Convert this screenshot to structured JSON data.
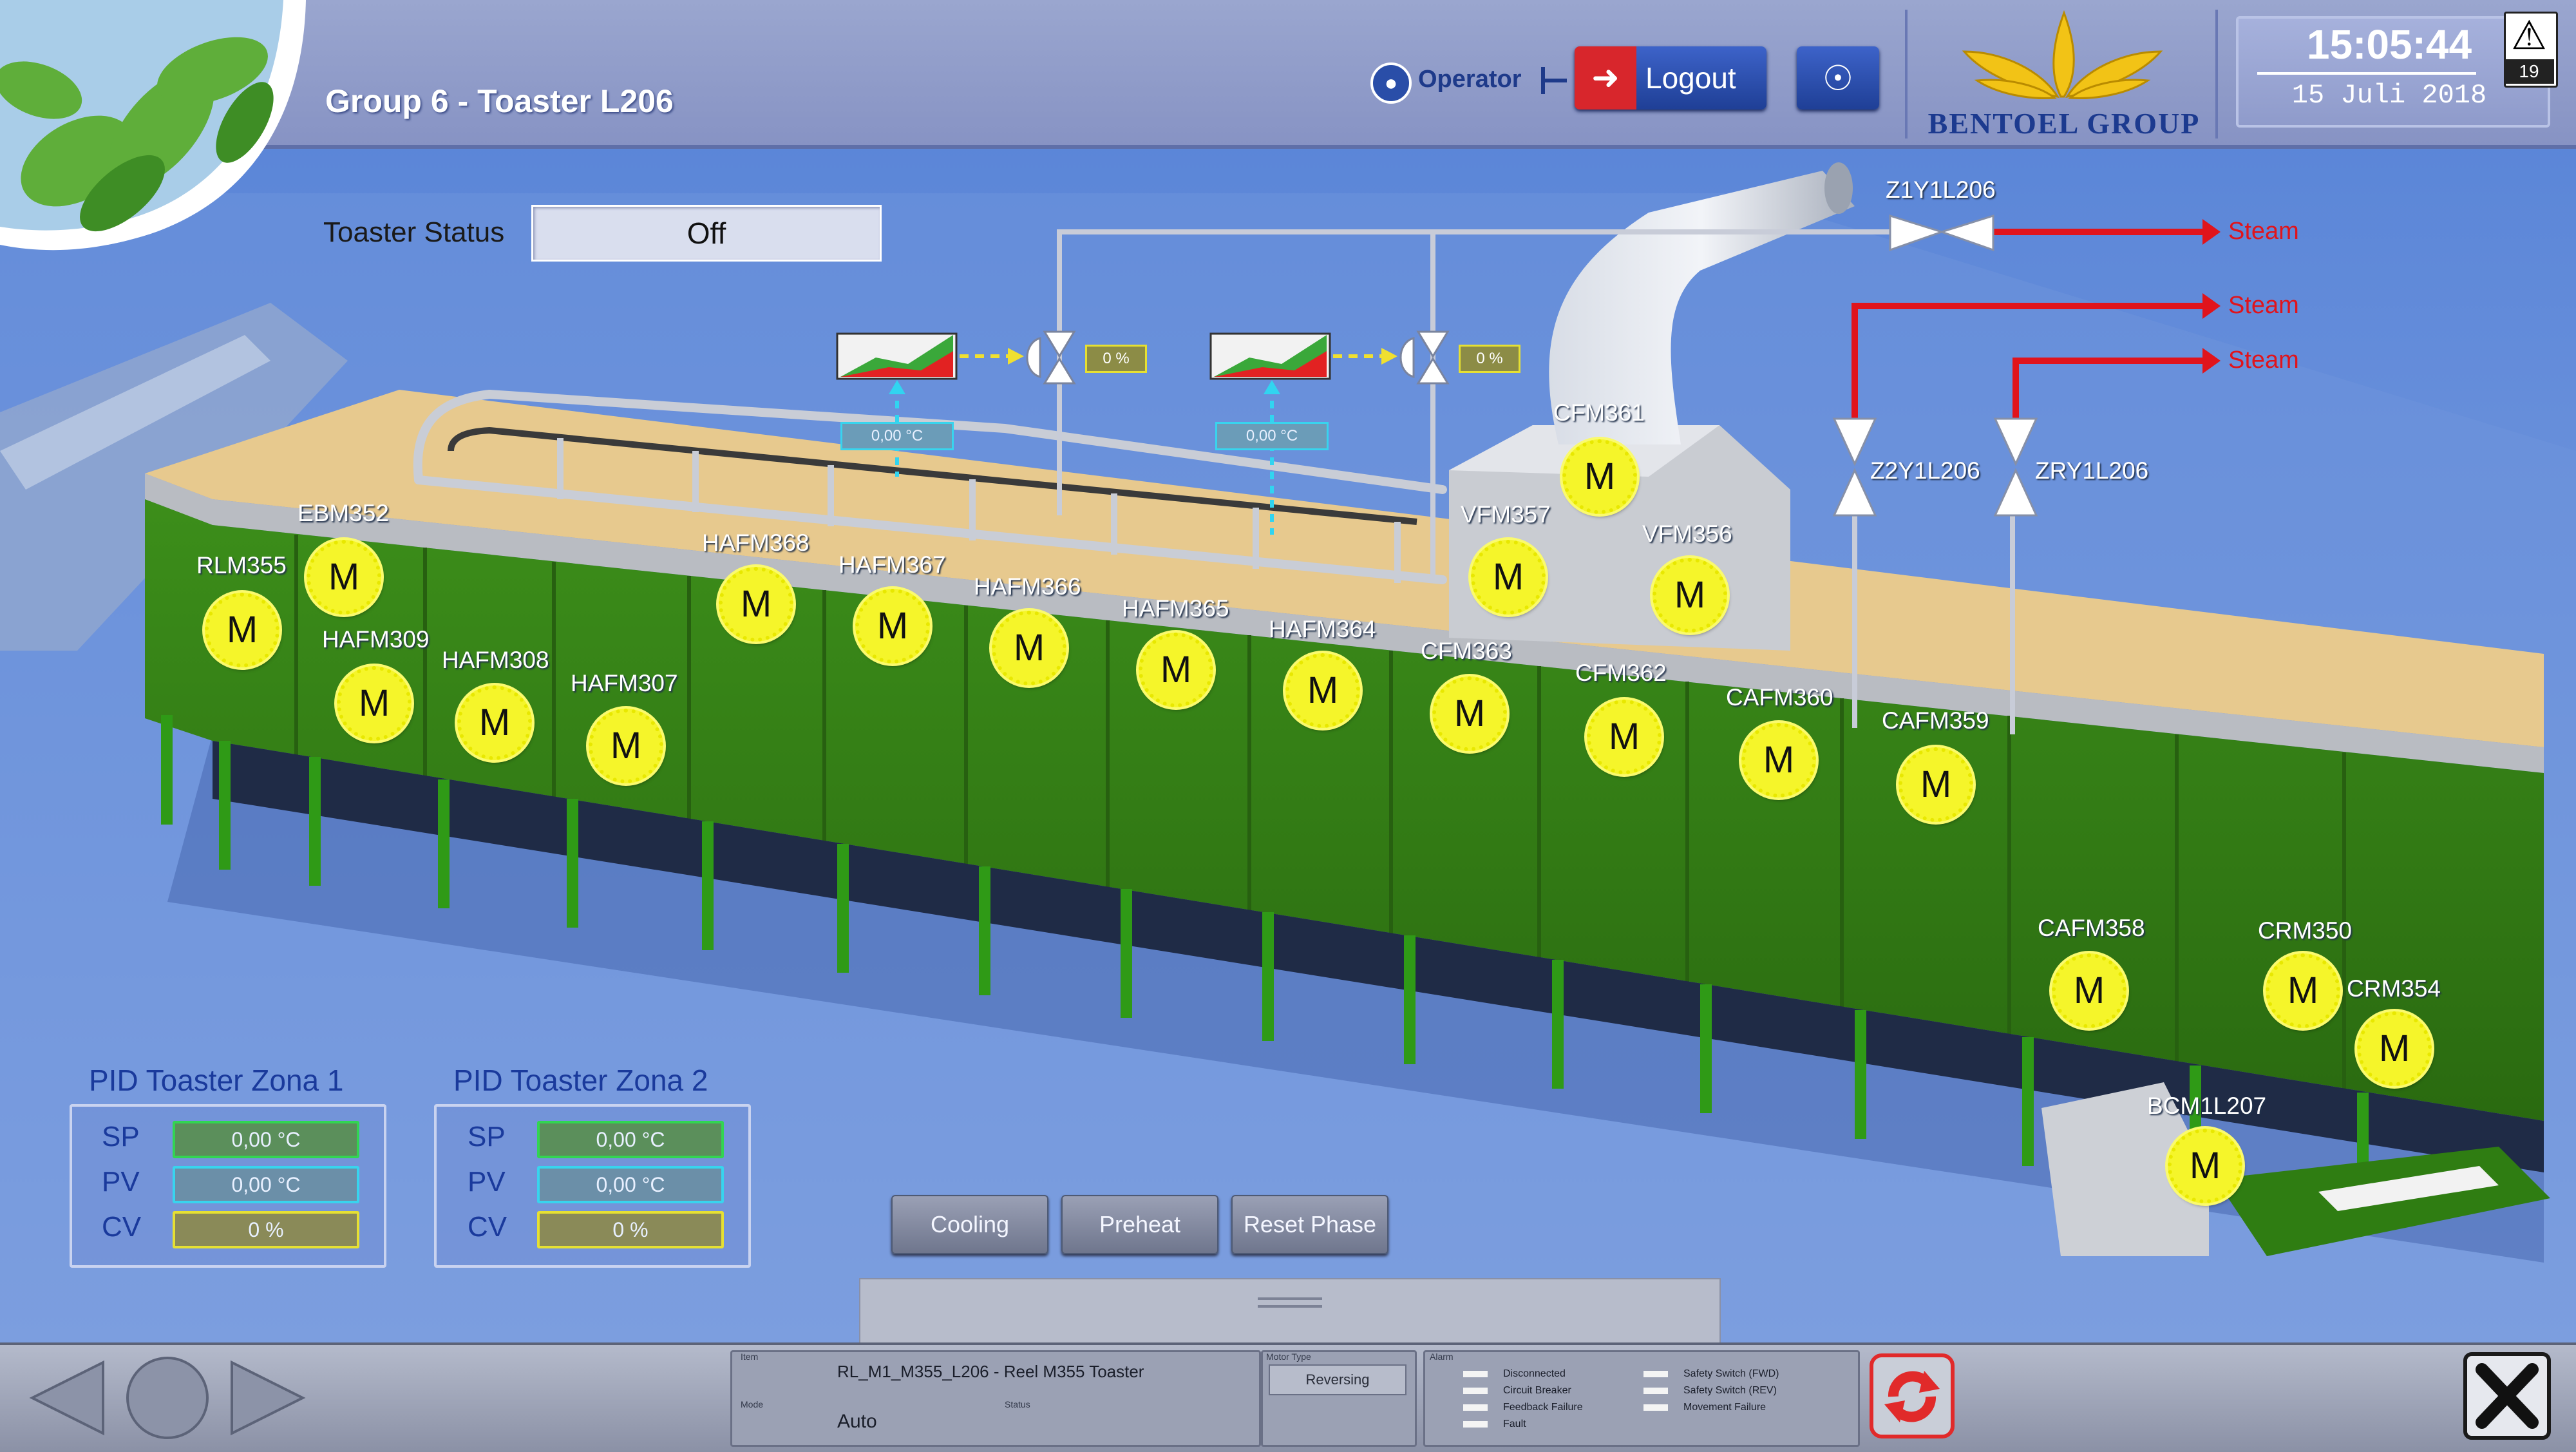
{
  "header": {
    "title": "Group 6 - Toaster L206",
    "operator_label": "Operator",
    "logout_label": "Logout",
    "brand": "BENTOEL GROUP",
    "clock_time": "15:05:44",
    "clock_date": "15 Juli 2018",
    "alarm_count": "19"
  },
  "status": {
    "label": "Toaster Status",
    "value": "Off"
  },
  "valves": {
    "z1y": "Z1Y1L206",
    "z2y": "Z2Y1L206",
    "zry": "ZRY1L206",
    "steam1": "Steam",
    "steam2": "Steam",
    "steam3": "Steam",
    "valve1_pct": "0 %",
    "valve2_pct": "0 %",
    "temp1": "0,00 °C",
    "temp2": "0,00 °C"
  },
  "motors": [
    {
      "id": "RLM355",
      "glyph": "M"
    },
    {
      "id": "EBM352",
      "glyph": "M"
    },
    {
      "id": "HAFM309",
      "glyph": "M"
    },
    {
      "id": "HAFM308",
      "glyph": "M"
    },
    {
      "id": "HAFM307",
      "glyph": "M"
    },
    {
      "id": "HAFM368",
      "glyph": "M"
    },
    {
      "id": "HAFM367",
      "glyph": "M"
    },
    {
      "id": "HAFM366",
      "glyph": "M"
    },
    {
      "id": "HAFM365",
      "glyph": "M"
    },
    {
      "id": "HAFM364",
      "glyph": "M"
    },
    {
      "id": "CFM363",
      "glyph": "M"
    },
    {
      "id": "CFM362",
      "glyph": "M"
    },
    {
      "id": "CAFM360",
      "glyph": "M"
    },
    {
      "id": "CAFM359",
      "glyph": "M"
    },
    {
      "id": "VFM357",
      "glyph": "M"
    },
    {
      "id": "VFM356",
      "glyph": "M"
    },
    {
      "id": "CFM361",
      "glyph": "M"
    },
    {
      "id": "CAFM358",
      "glyph": "M"
    },
    {
      "id": "CRM350",
      "glyph": "M"
    },
    {
      "id": "CRM354",
      "glyph": "M"
    },
    {
      "id": "BCM1L207",
      "glyph": "M"
    }
  ],
  "pid": {
    "zone1": {
      "title": "PID Toaster Zona 1",
      "sp_label": "SP",
      "pv_label": "PV",
      "cv_label": "CV",
      "sp": "0,00 °C",
      "pv": "0,00 °C",
      "cv": "0 %"
    },
    "zone2": {
      "title": "PID Toaster Zona 2",
      "sp_label": "SP",
      "pv_label": "PV",
      "cv_label": "CV",
      "sp": "0,00 °C",
      "pv": "0,00 °C",
      "cv": "0 %"
    }
  },
  "actions": {
    "cooling": "Cooling",
    "preheat": "Preheat",
    "reset_phase": "Reset Phase"
  },
  "footer": {
    "item_label": "Item",
    "item_value": "RL_M1_M355_L206 - Reel M355 Toaster",
    "mode_label": "Mode",
    "mode_value": "Auto",
    "status_label": "Status",
    "motor_type_label": "Motor Type",
    "motor_type_value": "Reversing",
    "alarm_label": "Alarm",
    "legend": [
      "Disconnected",
      "Circuit Breaker",
      "Feedback Failure",
      "Fault",
      "Safety Switch (FWD)",
      "Safety Switch (REV)",
      "Movement Failure"
    ]
  },
  "colors": {
    "machine_green": "#2f7d12",
    "motor_yellow": "#f5f52a",
    "steam_red": "#e0141c",
    "header_blue": "#8793c4"
  }
}
